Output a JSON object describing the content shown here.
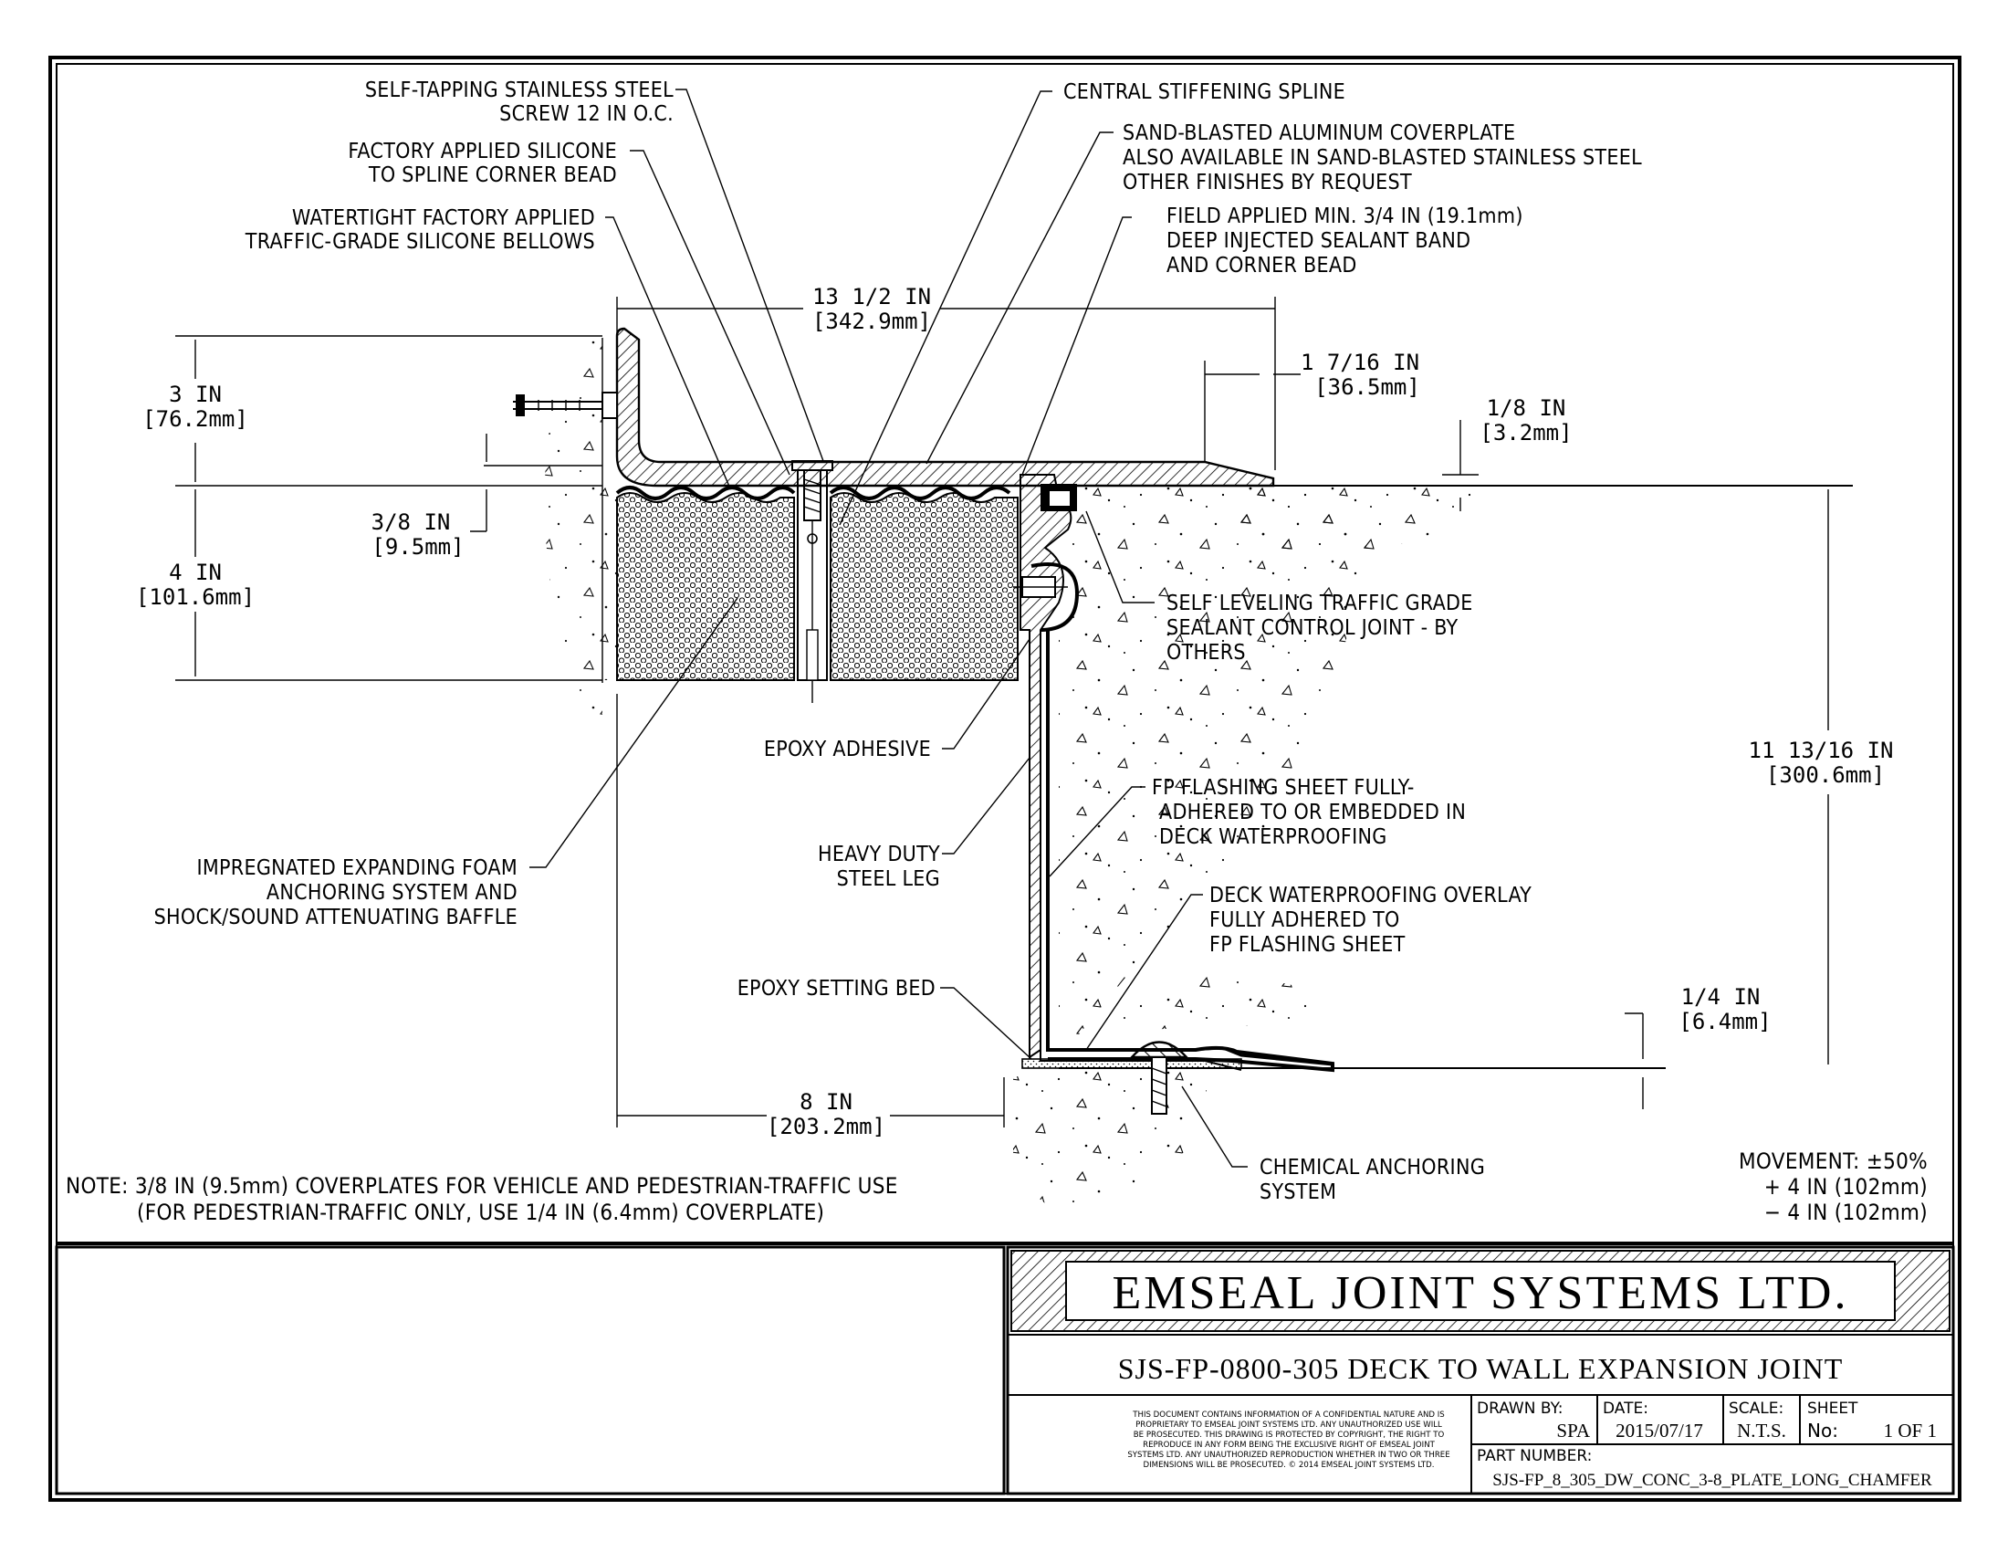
{
  "labels": {
    "screw": [
      "SELF-TAPPING STAINLESS STEEL",
      "SCREW 12 IN O.C."
    ],
    "silicone_bead": [
      "FACTORY APPLIED SILICONE",
      "TO SPLINE CORNER BEAD"
    ],
    "bellows": [
      "WATERTIGHT FACTORY APPLIED",
      "TRAFFIC-GRADE SILICONE BELLOWS"
    ],
    "spline": [
      "CENTRAL STIFFENING SPLINE"
    ],
    "coverplate": [
      "SAND-BLASTED ALUMINUM COVERPLATE",
      "ALSO AVAILABLE IN SAND-BLASTED STAINLESS STEEL",
      "OTHER FINISHES BY REQUEST"
    ],
    "sealant_band": [
      "FIELD APPLIED MIN. 3/4 IN (19.1mm)",
      "DEEP INJECTED SEALANT BAND",
      "AND CORNER BEAD"
    ],
    "control_joint": [
      "SELF LEVELING TRAFFIC GRADE",
      "SEALANT CONTROL JOINT - BY",
      "OTHERS"
    ],
    "epoxy_adhesive": [
      "EPOXY ADHESIVE"
    ],
    "steel_leg": [
      "HEAVY DUTY",
      "STEEL LEG"
    ],
    "flashing": [
      "FP FLASHING SHEET FULLY-",
      "ADHERED TO OR EMBEDDED IN",
      "DECK WATERPROOFING"
    ],
    "foam": [
      "IMPREGNATED EXPANDING FOAM",
      "ANCHORING SYSTEM AND",
      "SHOCK/SOUND ATTENUATING BAFFLE"
    ],
    "overlay": [
      "DECK WATERPROOFING OVERLAY",
      "FULLY ADHERED TO",
      "FP FLASHING SHEET"
    ],
    "setting_bed": [
      "EPOXY SETTING BED"
    ],
    "anchoring": [
      "CHEMICAL ANCHORING",
      "SYSTEM"
    ]
  },
  "dimensions": {
    "width_top": [
      "13 1/2 IN",
      "[342.9mm]"
    ],
    "chamfer": [
      "1 7/16 IN",
      "[36.5mm]"
    ],
    "plate_edge": [
      "1/8 IN",
      "[3.2mm]"
    ],
    "flange_height": [
      "3 IN",
      "[76.2mm]"
    ],
    "plate_thickness": [
      "3/8 IN",
      "[9.5mm]"
    ],
    "foam_depth": [
      "4 IN",
      "[101.6mm]"
    ],
    "total_height": [
      "11 13/16 IN",
      "[300.6mm]"
    ],
    "leg_thickness": [
      "1/4 IN",
      "[6.4mm]"
    ],
    "width_bottom": [
      "8 IN",
      "[203.2mm]"
    ]
  },
  "note": [
    "NOTE: 3/8 IN (9.5mm) COVERPLATES FOR VEHICLE AND PEDESTRIAN-TRAFFIC USE",
    "(FOR PEDESTRIAN-TRAFFIC ONLY, USE 1/4 IN (6.4mm) COVERPLATE)"
  ],
  "movement": [
    "MOVEMENT: ±50%",
    "+ 4 IN (102mm)",
    "− 4 IN (102mm)"
  ],
  "title_block": {
    "company": "EMSEAL JOINT SYSTEMS LTD.",
    "drawing_title": "SJS-FP-0800-305 DECK TO WALL EXPANSION JOINT",
    "disclaimer": [
      "THIS DOCUMENT CONTAINS INFORMATION OF A CONFIDENTIAL NATURE AND IS",
      "PROPRIETARY TO EMSEAL JOINT SYSTEMS LTD. ANY UNAUTHORIZED USE WILL",
      "BE PROSECUTED. THIS DRAWING IS PROTECTED BY COPYRIGHT, THE RIGHT TO",
      "REPRODUCE IN ANY FORM BEING THE EXCLUSIVE RIGHT OF EMSEAL JOINT",
      "SYSTEMS LTD. ANY UNAUTHORIZED REPRODUCTION WHETHER IN TWO OR THREE",
      "DIMENSIONS WILL BE PROSECUTED. © 2014 EMSEAL JOINT SYSTEMS LTD."
    ],
    "drawn_by_label": "DRAWN BY:",
    "drawn_by": "SPA",
    "date_label": "DATE:",
    "date": "2015/07/17",
    "scale_label": "SCALE:",
    "scale": "N.T.S.",
    "sheet_label": "SHEET",
    "sheet_no_label": "No:",
    "sheet": "1 OF 1",
    "part_number_label": "PART NUMBER:",
    "part_number": "SJS-FP_8_305_DW_CONC_3-8_PLATE_LONG_CHAMFER"
  }
}
